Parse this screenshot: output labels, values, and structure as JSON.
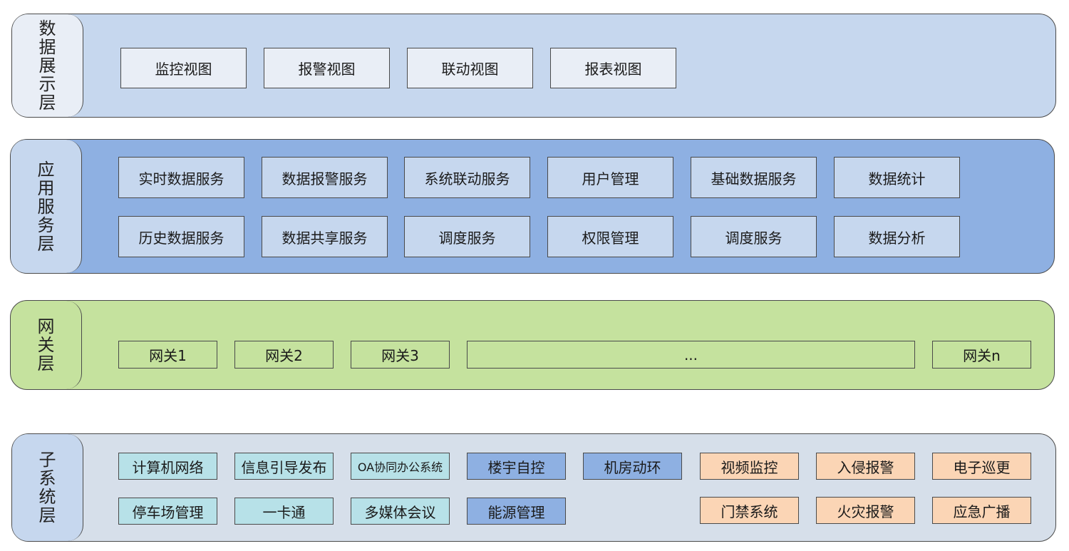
{
  "layers": {
    "display": {
      "title": "数据展示层",
      "items": [
        "监控视图",
        "报警视图",
        "联动视图",
        "报表视图"
      ]
    },
    "app": {
      "title": "应用服务层",
      "row1": [
        "实时数据服务",
        "数据报警服务",
        "系统联动服务",
        "用户管理",
        "基础数据服务",
        "数据统计"
      ],
      "row2": [
        "历史数据服务",
        "数据共享服务",
        "调度服务",
        "权限管理",
        "调度服务",
        "数据分析"
      ]
    },
    "gateway": {
      "title": "网关层",
      "items": [
        "网关1",
        "网关2",
        "网关3",
        "...",
        "网关n"
      ]
    },
    "subsystem": {
      "title": "子系统层",
      "row1": [
        "计算机网络",
        "信息引导发布",
        "OA协同办公系统",
        "楼宇自控",
        "机房动环",
        "视频监控",
        "入侵报警",
        "电子巡更"
      ],
      "row2": [
        "停车场管理",
        "一卡通",
        "多媒体会议",
        "能源管理",
        "门禁系统",
        "火灾报警",
        "应急广播"
      ]
    }
  },
  "colors": {
    "display_bg": "#c6d7ee",
    "app_bg": "#8eb0e2",
    "gateway_bg": "#c5e29e",
    "subsystem_bg": "#d6dfea",
    "cyan_box": "#b7e1e8",
    "blue_box": "#8eb0e2",
    "peach_box": "#fbd5b5"
  }
}
